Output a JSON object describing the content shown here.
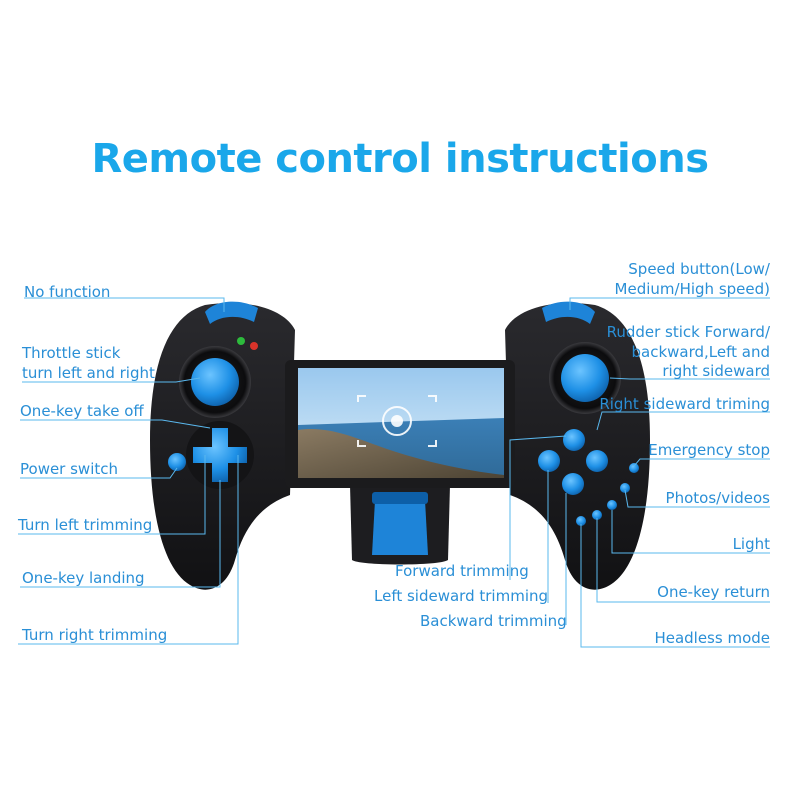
{
  "title": "Remote control instructions",
  "colors": {
    "accent": "#1aa7ea",
    "label": "#2a8fd6",
    "leader": "#5ab8ee",
    "controller_body": "#1b1b1d",
    "button_blue": "#1e90e6"
  },
  "labels_left": {
    "no_function": "No function",
    "throttle_line1": "Throttle stick",
    "throttle_line2": "turn left and right",
    "take_off": "One-key take off",
    "power_switch": "Power switch",
    "turn_left_trim": "Turn left trimming",
    "landing": "One-key landing",
    "turn_right_trim": "Turn right trimming"
  },
  "labels_right": {
    "speed_line1": "Speed button(Low/",
    "speed_line2": "Medium/High speed)",
    "rudder_line1": "Rudder stick Forward/",
    "rudder_line2": "backward,Left and",
    "rudder_line3": "right sideward",
    "right_side_trim": "Right sideward triming",
    "emergency_stop": "Emergency stop",
    "photos_videos": "Photos/videos",
    "light": "Light",
    "return": "One-key return",
    "headless": "Headless mode"
  },
  "labels_center": {
    "forward_trim": "Forward trimming",
    "left_side_trim": "Left sideward trimming",
    "backward_trim": "Backward trimming"
  }
}
